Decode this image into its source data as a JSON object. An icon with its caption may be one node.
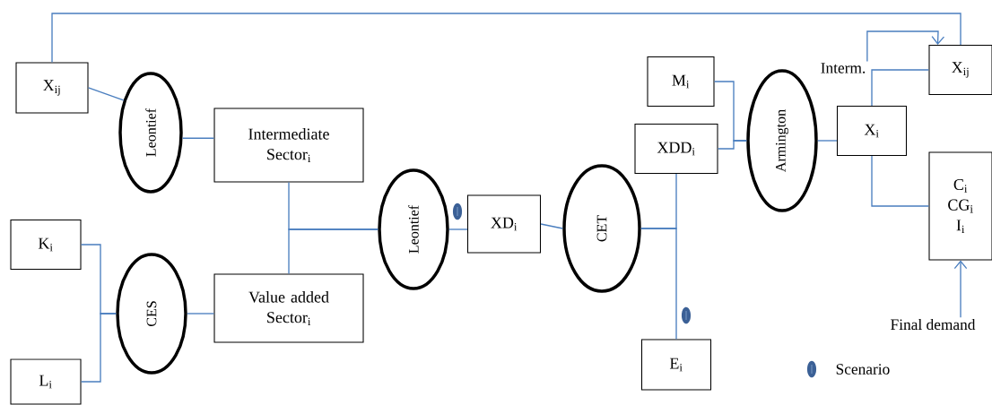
{
  "diagram": {
    "nodes": [
      {
        "text": [
          "X$_{ij}$"
        ]
      },
      {
        "text": [
          "Leontief"
        ]
      },
      {
        "text": [
          "Intermediate Sector$_{i}$"
        ]
      },
      {
        "text": [
          "K$_{i}$"
        ]
      },
      {
        "text": [
          "CES"
        ]
      },
      {
        "text": [
          "L$_{i}$"
        ]
      },
      {
        "text": [
          "Value added Sector$_{i}$"
        ]
      },
      {
        "text": [
          "Leontief"
        ]
      },
      {
        "text": [
          "XD$_{i}$"
        ]
      },
      {
        "text": [
          "CET"
        ]
      },
      {
        "text": [
          "M$_{i}$"
        ]
      },
      {
        "text": [
          "XDD$_{i}$"
        ]
      },
      {
        "text": [
          "Armington"
        ]
      },
      {
        "text": [
          "X$_{i}$"
        ]
      },
      {
        "text": [
          "X$_{ij}$"
        ]
      },
      {
        "text": [
          "C$_{i}$",
          "CG$_{i}$",
          "I$_{i}$"
        ]
      },
      {
        "text": [
          "E$_{i}$"
        ]
      },
      {
        "text": [
          "Interm."
        ]
      },
      {
        "text": [
          "Final demand"
        ]
      }
    ],
    "edges": [
      {
        "from": 0,
        "to": 14,
        "arrow": "none"
      },
      {
        "from": 0,
        "to": 1,
        "arrow": "none"
      },
      {
        "from": 1,
        "to": 2,
        "arrow": "none"
      },
      {
        "from": 3,
        "to": 4,
        "arrow": "none"
      },
      {
        "from": 5,
        "to": 4,
        "arrow": "none"
      },
      {
        "from": 4,
        "to": 6,
        "arrow": "none"
      },
      {
        "from": 2,
        "to": 7,
        "arrow": "none"
      },
      {
        "from": 6,
        "to": 7,
        "arrow": "none"
      },
      {
        "from": 7,
        "to": 8,
        "arrow": "none"
      },
      {
        "from": 8,
        "to": 9,
        "arrow": "none"
      },
      {
        "from": 9,
        "to": 11,
        "arrow": "none"
      },
      {
        "from": 9,
        "to": 16,
        "arrow": "none"
      },
      {
        "from": 10,
        "to": 12,
        "arrow": "none"
      },
      {
        "from": 11,
        "to": 12,
        "arrow": "none"
      },
      {
        "from": 12,
        "to": 13,
        "arrow": "none"
      },
      {
        "from": 13,
        "to": 14,
        "arrow": "none"
      },
      {
        "from": 13,
        "to": 15,
        "arrow": "none"
      },
      {
        "from": 17,
        "to": 14,
        "arrow": "to"
      },
      {
        "from": 18,
        "to": 15,
        "arrow": "to"
      }
    ],
    "legend": [
      {
        "text": "Scenario"
      }
    ]
  }
}
